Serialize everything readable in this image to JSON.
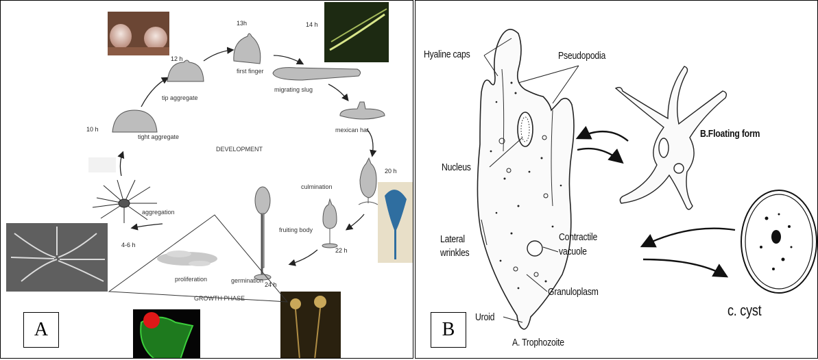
{
  "panel_a": {
    "letter": "A",
    "hours": {
      "h13": "13h",
      "h14": "14 h",
      "h12": "12 h",
      "h10": "10 h",
      "h20": "20 h",
      "h22": "22 h",
      "h24": "24 h",
      "h46": "4-6 h"
    },
    "stages": {
      "first_finger": "first finger",
      "migrating_slug": "migrating slug",
      "tip_aggregate": "tip aggregate",
      "tight_aggregate": "tight aggregate",
      "mexican_hat": "mexican hat",
      "culmination": "culmination",
      "fruiting_body": "fruiting body",
      "aggregation": "aggregation",
      "proliferation": "proliferation",
      "germination": "germination"
    },
    "development": "DEVELOPMENT",
    "growth_phase": "GROWTH PHASE"
  },
  "panel_b": {
    "letter": "B",
    "labels": {
      "hyaline_caps": "Hyaline caps",
      "pseudopodia": "Pseudopodia",
      "nucleus": "Nucleus",
      "lateral": "Lateral",
      "wrinkles": "wrinkles",
      "contractile": "Contractile",
      "vacuole": "vacuole",
      "granuloplasm": "Granuloplasm",
      "uroid": "Uroid",
      "trophozoite": "A. Trophozoite",
      "floating": "B.Floating form",
      "cyst": "c. cyst"
    }
  }
}
